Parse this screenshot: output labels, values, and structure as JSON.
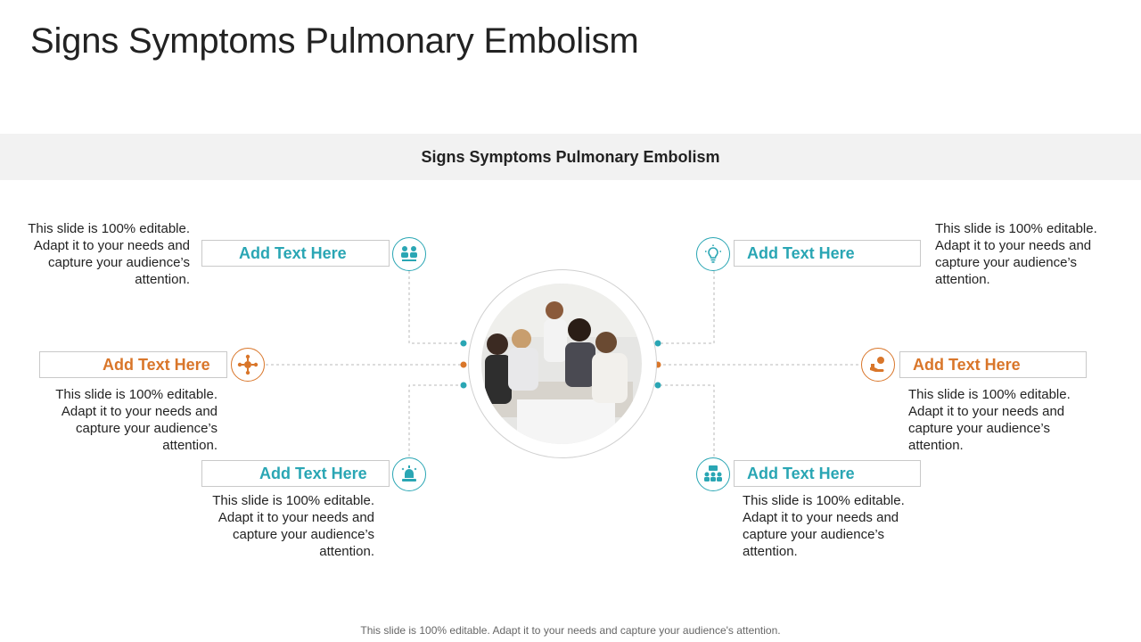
{
  "title": "Signs Symptoms Pulmonary Embolism",
  "banner": "Signs Symptoms Pulmonary Embolism",
  "colors": {
    "teal": "#2aa6b4",
    "orange": "#d9762a"
  },
  "items": [
    {
      "label": "Add Text Here",
      "description": "This slide is 100% editable. Adapt it to your needs and capture your audience’s attention.",
      "icon": "team-search-icon"
    },
    {
      "label": "Add Text Here",
      "description": "This slide is 100% editable. Adapt it to your needs and capture your audience’s attention.",
      "icon": "team-network-icon"
    },
    {
      "label": "Add Text Here",
      "description": "This slide is 100% editable. Adapt it to your needs and capture your audience’s attention.",
      "icon": "alarm-icon"
    },
    {
      "label": "Add Text Here",
      "description": "This slide is 100% editable. Adapt it to your needs and capture your audience’s attention.",
      "icon": "lightbulb-icon"
    },
    {
      "label": "Add Text Here",
      "description": "This slide is 100% editable. Adapt it to your needs and capture your audience’s attention.",
      "icon": "hand-coin-icon"
    },
    {
      "label": "Add Text Here",
      "description": "This slide is 100% editable. Adapt it to your needs and capture your audience’s attention.",
      "icon": "chat-people-icon"
    }
  ],
  "footer": "This slide is 100% editable. Adapt it to your needs and capture your audience's attention."
}
